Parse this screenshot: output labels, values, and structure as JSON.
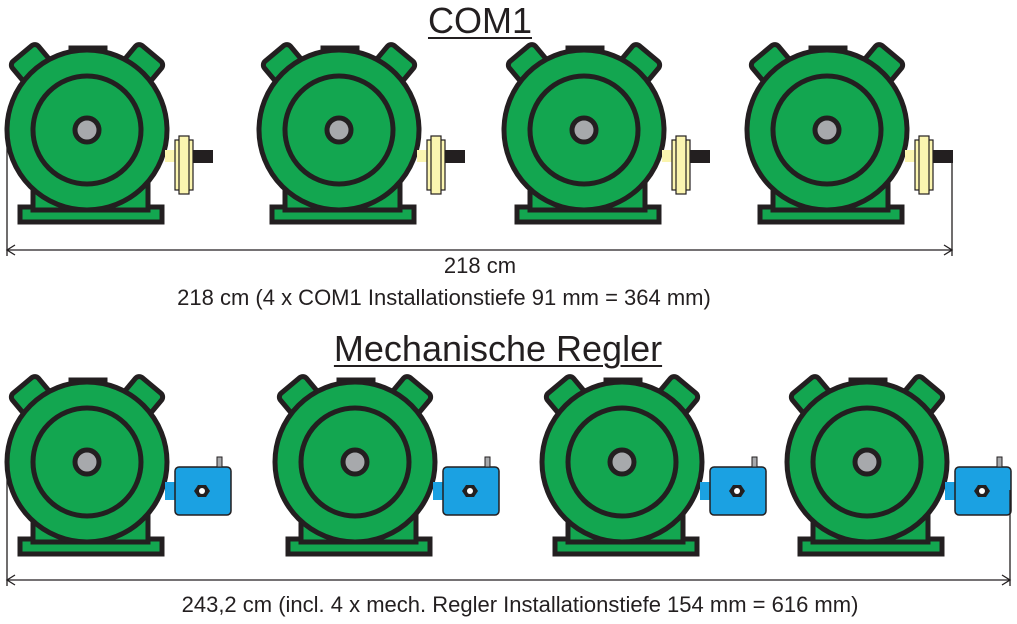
{
  "com1": {
    "title": "COM1",
    "dimension": "218 cm",
    "note": "218 cm (4 x COM1 Installationstiefe 91 mm = 364 mm)",
    "pump_count": 4
  },
  "mechanical": {
    "title": "Mechanische Regler",
    "note": "243,2 cm (incl. 4 x mech. Regler Installationstiefe 154 mm = 616 mm)",
    "pump_count": 4
  },
  "colors": {
    "pump_green": "#13a650",
    "outline": "#231f20",
    "hub_gray": "#a7a9ac",
    "coupling_yellow": "#fbf5b0",
    "regulator_blue": "#1ba1e2"
  }
}
